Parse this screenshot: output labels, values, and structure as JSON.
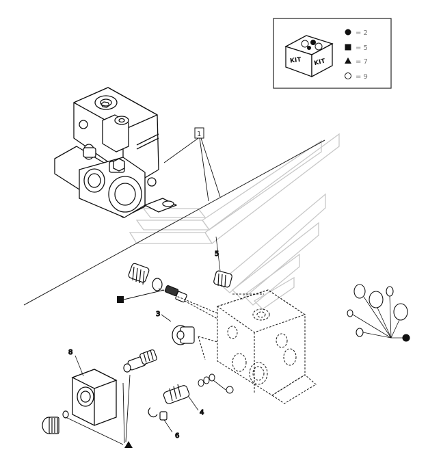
{
  "kit_legend": {
    "kit_word": "KIT",
    "rows": [
      {
        "symbol": "circle-filled",
        "text": "= 2"
      },
      {
        "symbol": "square-filled",
        "text": "= 5"
      },
      {
        "symbol": "triangle-filled",
        "text": "= 7"
      },
      {
        "symbol": "circle-open",
        "text": "= 9"
      }
    ]
  },
  "callouts": {
    "c1": "1",
    "c3": "3",
    "c4": "4",
    "c5": "5",
    "c6": "6",
    "c8": "8"
  }
}
